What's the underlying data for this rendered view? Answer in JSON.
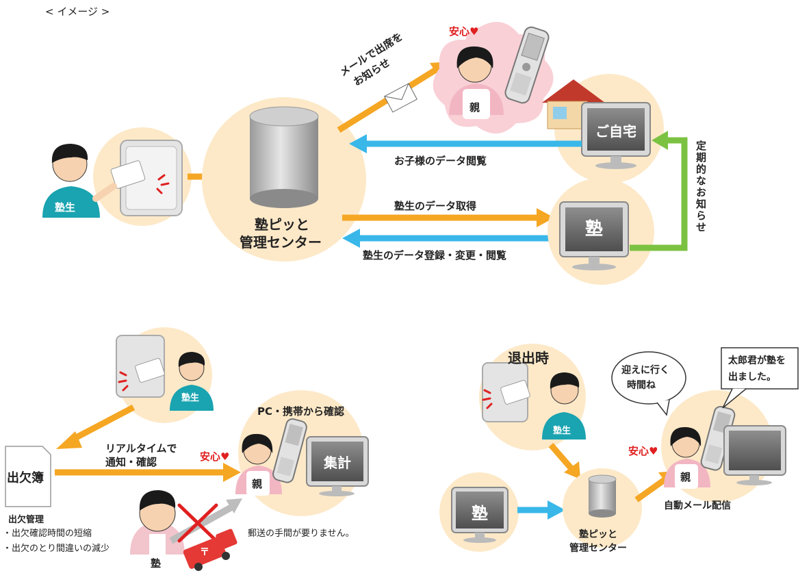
{
  "header": {
    "label": "< イメージ >"
  },
  "top": {
    "student_badge": "塾生",
    "center_label_line1": "塾ピッと",
    "center_label_line2": "管理センター",
    "mail_label_line1": "メールで出席を",
    "mail_label_line2": "お知らせ",
    "anshin": "安心♥",
    "parent_badge": "親",
    "home_screen": "ご自宅",
    "child_data_view": "お子様のデータ閲覧",
    "student_data_get": "塾生のデータ取得",
    "student_data_edit": "塾生のデータ登録・変更・閲覧",
    "juku_screen": "塾",
    "periodic_notice": "定期的なお知らせ"
  },
  "bottom_left": {
    "student_badge": "塾生",
    "pc_mobile_check": "PC・携帯から確認",
    "realtime_line1": "リアルタイムで",
    "realtime_line2": "通知・確認",
    "anshin": "安心♥",
    "parent_badge": "親",
    "tally_screen": "集計",
    "attendance_book": "出欠簿",
    "attendance_mgmt_title": "出欠管理",
    "bullet1": "・出欠確認時間の短縮",
    "bullet2": "・出欠のとり間違いの減少",
    "no_mailing": "郵送の手間が要りません。",
    "juku_badge": "塾",
    "truck_mark": "〒"
  },
  "bottom_right": {
    "exit_time": "退出時",
    "student_badge": "塾生",
    "speech1_line1": "迎えに行く",
    "speech1_line2": "時間ね",
    "speech2_line1": "太郎君が塾を",
    "speech2_line2": "出ました。",
    "anshin": "安心♥",
    "parent_badge": "親",
    "juku_screen": "塾",
    "center_line1": "塾ピッと",
    "center_line2": "管理センター",
    "auto_mail": "自動メール配信"
  },
  "colors": {
    "orange": "#f5a623",
    "blue": "#39b7e9",
    "green": "#7cc242",
    "peach": "#fde9c8",
    "pink": "#f9d0d6"
  }
}
